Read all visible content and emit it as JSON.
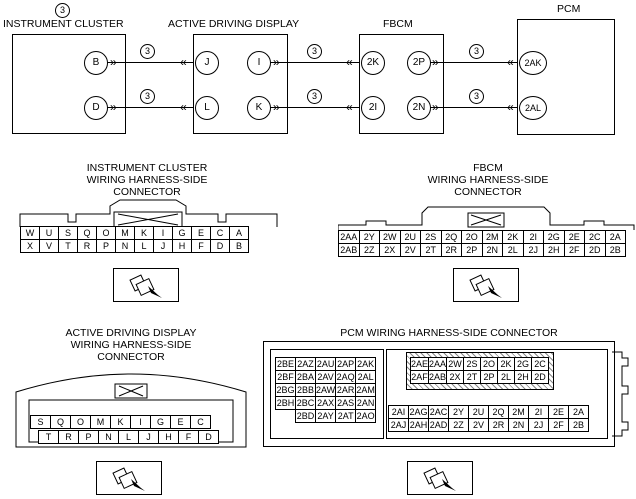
{
  "wiring": {
    "cluster_num": "3",
    "cluster_title": "INSTRUMENT CLUSTER",
    "add_title": "ACTIVE DRIVING DISPLAY",
    "fbcm_title": "FBCM",
    "pcm_title": "PCM",
    "wire_num": "3",
    "pins": {
      "ic_b": "B",
      "ic_d": "D",
      "add_j": "J",
      "add_i": "I",
      "add_l": "L",
      "add_k": "K",
      "fb_2k": "2K",
      "fb_2p": "2P",
      "fb_2i": "2I",
      "fb_2n": "2N",
      "pcm_2ak": "2AK",
      "pcm_2al": "2AL"
    }
  },
  "ic_conn": {
    "title_1": "INSTRUMENT CLUSTER",
    "title_2": "WIRING HARNESS-SIDE",
    "title_3": "CONNECTOR",
    "row1": [
      "W",
      "U",
      "S",
      "Q",
      "O",
      "M",
      "K",
      "I",
      "G",
      "E",
      "C",
      "A"
    ],
    "row2": [
      "X",
      "V",
      "T",
      "R",
      "P",
      "N",
      "L",
      "J",
      "H",
      "F",
      "D",
      "B"
    ]
  },
  "fb_conn": {
    "title_1": "FBCM",
    "title_2": "WIRING HARNESS-SIDE",
    "title_3": "CONNECTOR",
    "row1": [
      "2AA",
      "2Y",
      "2W",
      "2U",
      "2S",
      "2Q",
      "2O",
      "2M",
      "2K",
      "2I",
      "2G",
      "2E",
      "2C",
      "2A"
    ],
    "row2": [
      "2AB",
      "2Z",
      "2X",
      "2V",
      "2T",
      "2R",
      "2P",
      "2N",
      "2L",
      "2J",
      "2H",
      "2F",
      "2D",
      "2B"
    ]
  },
  "add_conn": {
    "title_1": "ACTIVE DRIVING DISPLAY",
    "title_2": "WIRING HARNESS-SIDE",
    "title_3": "CONNECTOR",
    "row1": [
      "S",
      "Q",
      "O",
      "M",
      "K",
      "I",
      "G",
      "E",
      "C"
    ],
    "row2": [
      "T",
      "R",
      "P",
      "N",
      "L",
      "J",
      "H",
      "F",
      "D"
    ]
  },
  "pcm_conn": {
    "title": "PCM WIRING HARNESS-SIDE CONNECTOR",
    "left": [
      [
        "2BE",
        "2AZ",
        "2AU",
        "2AP",
        "2AK"
      ],
      [
        "2BF",
        "2BA",
        "2AV",
        "2AQ",
        "2AL"
      ],
      [
        "2BG",
        "2BB",
        "2AW",
        "2AR",
        "2AM"
      ],
      [
        "2BH",
        "2BC",
        "2AX",
        "2AS",
        "2AN"
      ],
      [
        "",
        "2BD",
        "2AY",
        "2AT",
        "2AO"
      ]
    ],
    "right_top": [
      [
        "2AE",
        "2AA",
        "2W",
        "2S",
        "2O",
        "2K",
        "2G",
        "2C"
      ],
      [
        "2AF",
        "2AB",
        "2X",
        "2T",
        "2P",
        "2L",
        "2H",
        "2D"
      ]
    ],
    "right_bottom": [
      [
        "2AI",
        "2AG",
        "2AC",
        "2Y",
        "2U",
        "2Q",
        "2M",
        "2I",
        "2E",
        "2A"
      ],
      [
        "2AJ",
        "2AH",
        "2AD",
        "2Z",
        "2V",
        "2R",
        "2N",
        "2J",
        "2F",
        "2B"
      ]
    ]
  }
}
